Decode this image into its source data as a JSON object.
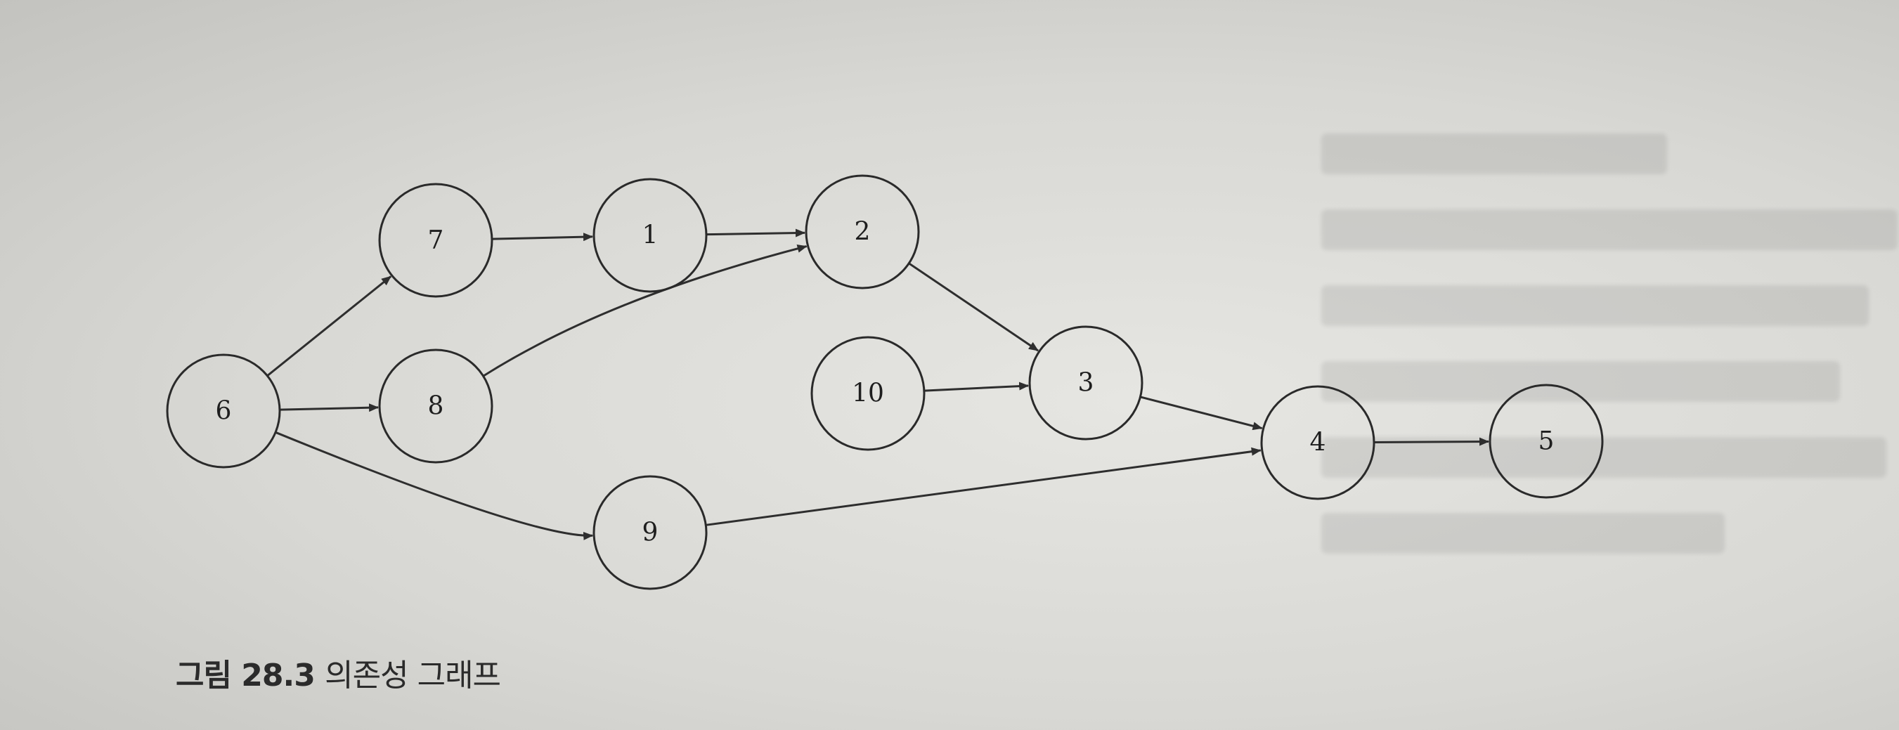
{
  "figure": {
    "caption_label": "그림 28.3",
    "caption_text": "의존성 그래프"
  },
  "graph": {
    "nodes": [
      {
        "id": "6",
        "label": "6"
      },
      {
        "id": "7",
        "label": "7"
      },
      {
        "id": "8",
        "label": "8"
      },
      {
        "id": "9",
        "label": "9"
      },
      {
        "id": "1",
        "label": "1"
      },
      {
        "id": "2",
        "label": "2"
      },
      {
        "id": "10",
        "label": "10"
      },
      {
        "id": "3",
        "label": "3"
      },
      {
        "id": "4",
        "label": "4"
      },
      {
        "id": "5",
        "label": "5"
      }
    ],
    "edges": [
      {
        "from": "6",
        "to": "7"
      },
      {
        "from": "6",
        "to": "8"
      },
      {
        "from": "6",
        "to": "9"
      },
      {
        "from": "7",
        "to": "1"
      },
      {
        "from": "1",
        "to": "2"
      },
      {
        "from": "8",
        "to": "2"
      },
      {
        "from": "2",
        "to": "3"
      },
      {
        "from": "10",
        "to": "3"
      },
      {
        "from": "3",
        "to": "4"
      },
      {
        "from": "9",
        "to": "4"
      },
      {
        "from": "4",
        "to": "5"
      }
    ]
  }
}
